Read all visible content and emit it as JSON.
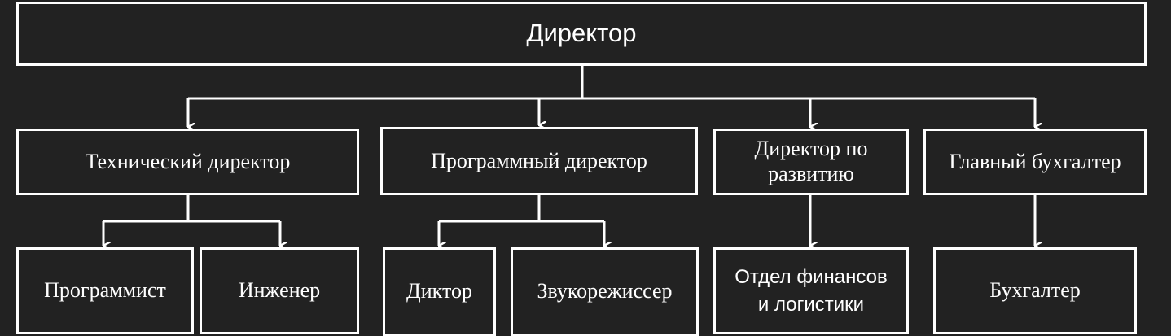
{
  "diagram": {
    "root": {
      "label": "Директор"
    },
    "level1": [
      {
        "label": "Технический директор"
      },
      {
        "label": "Программный директор"
      },
      {
        "label": "Директор по развитию"
      },
      {
        "label": "Главный бухгалтер"
      }
    ],
    "level2": [
      {
        "label": "Программист"
      },
      {
        "label": "Инженер"
      },
      {
        "label": "Диктор"
      },
      {
        "label": "Звукорежиссер"
      },
      {
        "label": "Отдел финансов и логистики"
      },
      {
        "label": "Бухгалтер"
      }
    ]
  },
  "colors": {
    "background": "#222222",
    "line": "#ffffff",
    "text": "#ffffff"
  }
}
